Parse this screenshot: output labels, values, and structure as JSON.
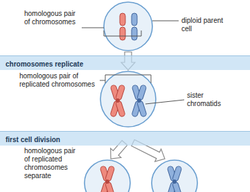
{
  "diagram": {
    "nodes": [
      {
        "text": [
          "chromosomes replicate"
        ]
      },
      {
        "text": [
          "first cell division"
        ]
      }
    ],
    "labels": [
      "homologous pair of chromosomes",
      "diploid parent cell",
      "homologous pair of replicated chromosomes",
      "sister chromatids",
      "homologous pair of replicated chromosomes separate"
    ]
  }
}
